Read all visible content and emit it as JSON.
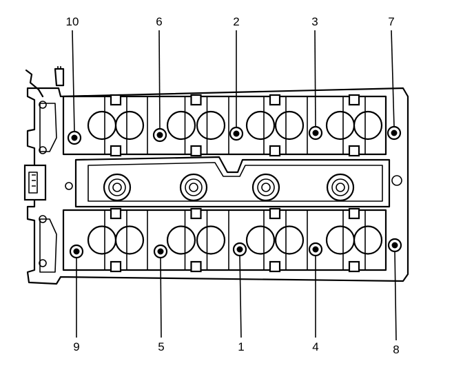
{
  "diagram": {
    "callouts_top": [
      "10",
      "6",
      "2",
      "3",
      "7"
    ],
    "callouts_bottom": [
      "9",
      "5",
      "1",
      "4",
      "8"
    ]
  }
}
